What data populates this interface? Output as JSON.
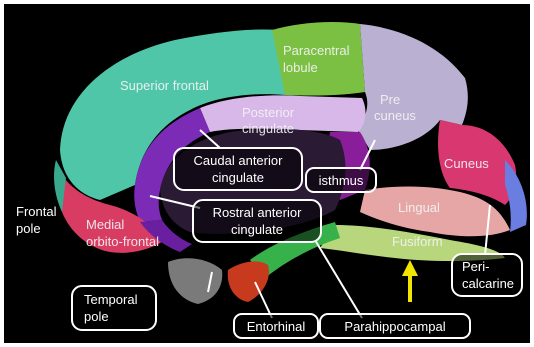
{
  "labels": {
    "superior_frontal": "Superior frontal",
    "paracentral_1": "Paracentral",
    "paracentral_2": "lobule",
    "posterior_cingulate_1": "Posterior",
    "posterior_cingulate_2": "cingulate",
    "precuneus_1": "Pre",
    "precuneus_2": "cuneus",
    "caudal_anterior_cingulate_1": "Caudal anterior",
    "caudal_anterior_cingulate_2": "cingulate",
    "isthmus": "isthmus",
    "cuneus": "Cuneus",
    "frontal_pole_1": "Frontal",
    "frontal_pole_2": "pole",
    "medial_orbitofrontal_1": "Medial",
    "medial_orbitofrontal_2": "orbito-frontal",
    "rostral_anterior_cingulate_1": "Rostral anterior",
    "rostral_anterior_cingulate_2": "cingulate",
    "lingual": "Lingual",
    "fusiform": "Fusiform",
    "pericalcarine_1": "Peri-",
    "pericalcarine_2": "calcarine",
    "temporal_pole_1": "Temporal",
    "temporal_pole_2": "pole",
    "entorhinal": "Entorhinal",
    "parahippocampal": "Parahippocampal"
  },
  "colors": {
    "background": "#000000",
    "superior_frontal": "#4fc6a8",
    "paracentral": "#7bc043",
    "posterior_cingulate": "#d7b8e8",
    "precuneus": "#b9b0d2",
    "caudal_anterior_cingulate": "#7b2bb6",
    "isthmus": "#8a1e9a",
    "cuneus": "#d8376f",
    "medial_orbitofrontal": "#d83c62",
    "rostral_anterior_cingulate": "#6a1fa0",
    "lingual": "#e7a6a6",
    "fusiform": "#b8d77c",
    "pericalcarine": "#6a7de0",
    "temporal_pole": "#7a7a7a",
    "entorhinal": "#c83a1e",
    "parahippocampal": "#37b24a",
    "corpus_callosum": "#2a1a33",
    "arrow": "#f2e600"
  }
}
